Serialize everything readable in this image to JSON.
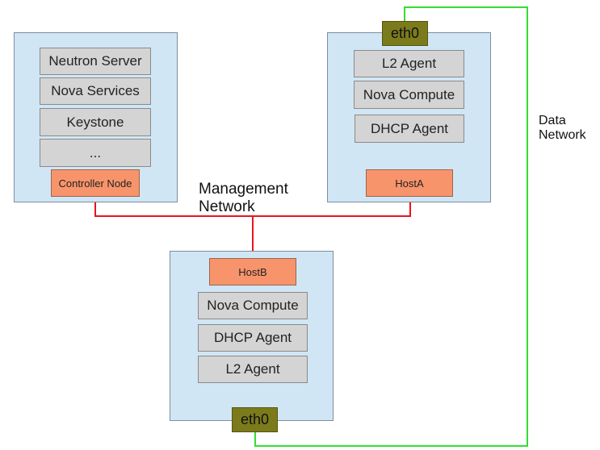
{
  "controller": {
    "services": [
      "Neutron Server",
      "Nova Services",
      "Keystone",
      "..."
    ],
    "tag": "Controller Node"
  },
  "hostA": {
    "eth": "eth0",
    "services": [
      "L2 Agent",
      "Nova Compute",
      "DHCP Agent"
    ],
    "tag": "HostA"
  },
  "hostB": {
    "tag": "HostB",
    "services": [
      "Nova Compute",
      "DHCP Agent",
      "L2 Agent"
    ],
    "eth": "eth0"
  },
  "labels": {
    "management": [
      "Management",
      "Network"
    ],
    "data": [
      "Data",
      "Network"
    ]
  },
  "colors": {
    "management_link": "#e8141c",
    "data_link": "#33dd33"
  }
}
